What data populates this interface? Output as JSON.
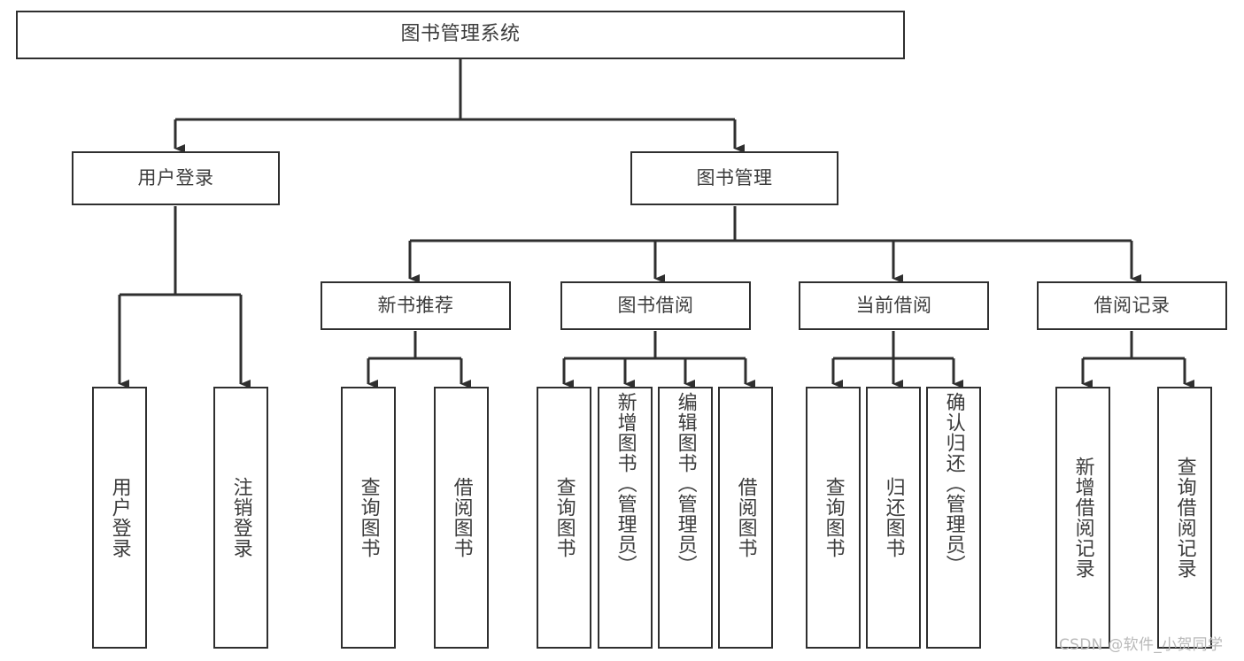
{
  "diagram": {
    "title": "图书管理系统",
    "type": "tree-hierarchy",
    "watermark": "CSDN @软件_小贺同学",
    "colors": {
      "background": "#ffffff",
      "border": "#2f2f2f",
      "text": "#3c3c3c",
      "connector": "#2f2f2f",
      "watermark": "#b9b9b9"
    },
    "root": {
      "label": "图书管理系统"
    },
    "level1": [
      {
        "label": "用户登录"
      },
      {
        "label": "图书管理"
      }
    ],
    "level2": [
      {
        "label": "新书推荐"
      },
      {
        "label": "图书借阅"
      },
      {
        "label": "当前借阅"
      },
      {
        "label": "借阅记录"
      }
    ],
    "leaves": {
      "user_login": [
        {
          "label": "用户登录"
        },
        {
          "label": "注销登录"
        }
      ],
      "new_book_recommend": [
        {
          "label": "查询图书"
        },
        {
          "label": "借阅图书"
        }
      ],
      "book_borrow": [
        {
          "label": "查询图书"
        },
        {
          "label": "新增图书（管理员）"
        },
        {
          "label": "编辑图书（管理员）"
        },
        {
          "label": "借阅图书"
        }
      ],
      "current_borrow": [
        {
          "label": "查询图书"
        },
        {
          "label": "归还图书"
        },
        {
          "label": "确认归还（管理员）"
        }
      ],
      "borrow_record": [
        {
          "label": "新增借阅记录"
        },
        {
          "label": "查询借阅记录"
        }
      ]
    }
  }
}
